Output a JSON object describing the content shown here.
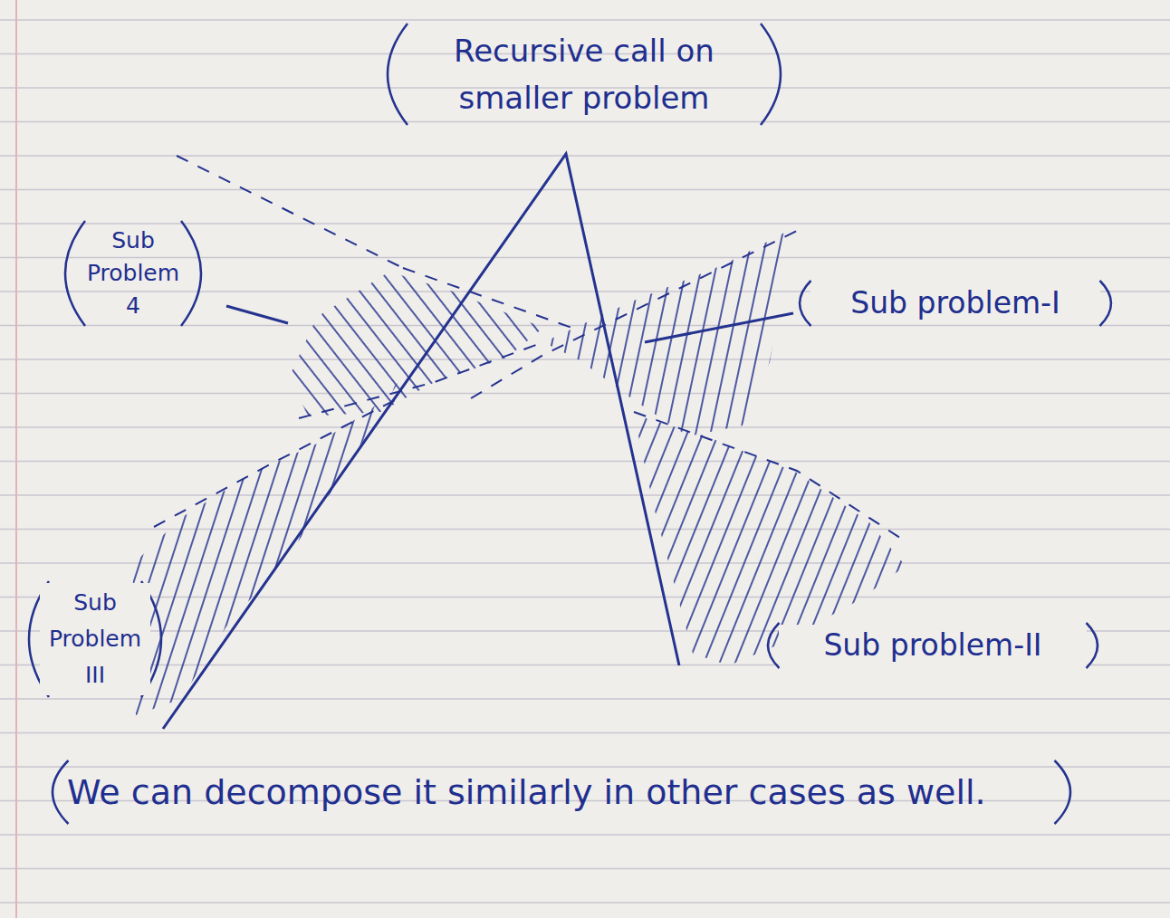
{
  "diagram": {
    "labels": [
      "Recursive call on smaller problem",
      "Sub Problem 4",
      "Sub problem-I",
      "Sub problem-II",
      "Sub Problem III",
      "We can decompose it similarly in other cases as well."
    ]
  }
}
